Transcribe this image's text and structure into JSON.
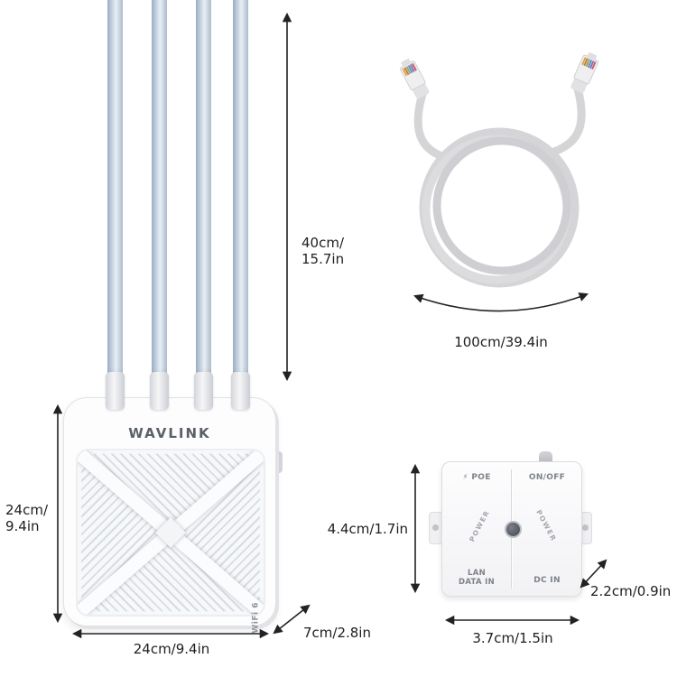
{
  "device": {
    "brand": "WAVLINK",
    "wifi_label": "WiFi 6"
  },
  "injector": {
    "poe_icon": "⚡",
    "poe": "POE",
    "onoff": "ON/OFF",
    "lan_line1": "LAN",
    "lan_line2": "DATA IN",
    "dc": "DC IN",
    "power_left": "POWER",
    "power_right": "POWER"
  },
  "dims": {
    "antenna_l1": "40cm/",
    "antenna_l2": "15.7in",
    "height_l1": "24cm/",
    "height_l2": "9.4in",
    "width": "24cm/9.4in",
    "depth": "7cm/2.8in",
    "cable": "100cm/39.4in",
    "inj_height": "4.4cm/1.7in",
    "inj_width": "3.7cm/1.5in",
    "inj_depth": "2.2cm/0.9in"
  },
  "colors": {
    "antenna_blue": "#b9c7d8",
    "cable_gray": "#d5d5d8",
    "arrow": "#222222",
    "injector_label_gray": "#7d828a"
  }
}
